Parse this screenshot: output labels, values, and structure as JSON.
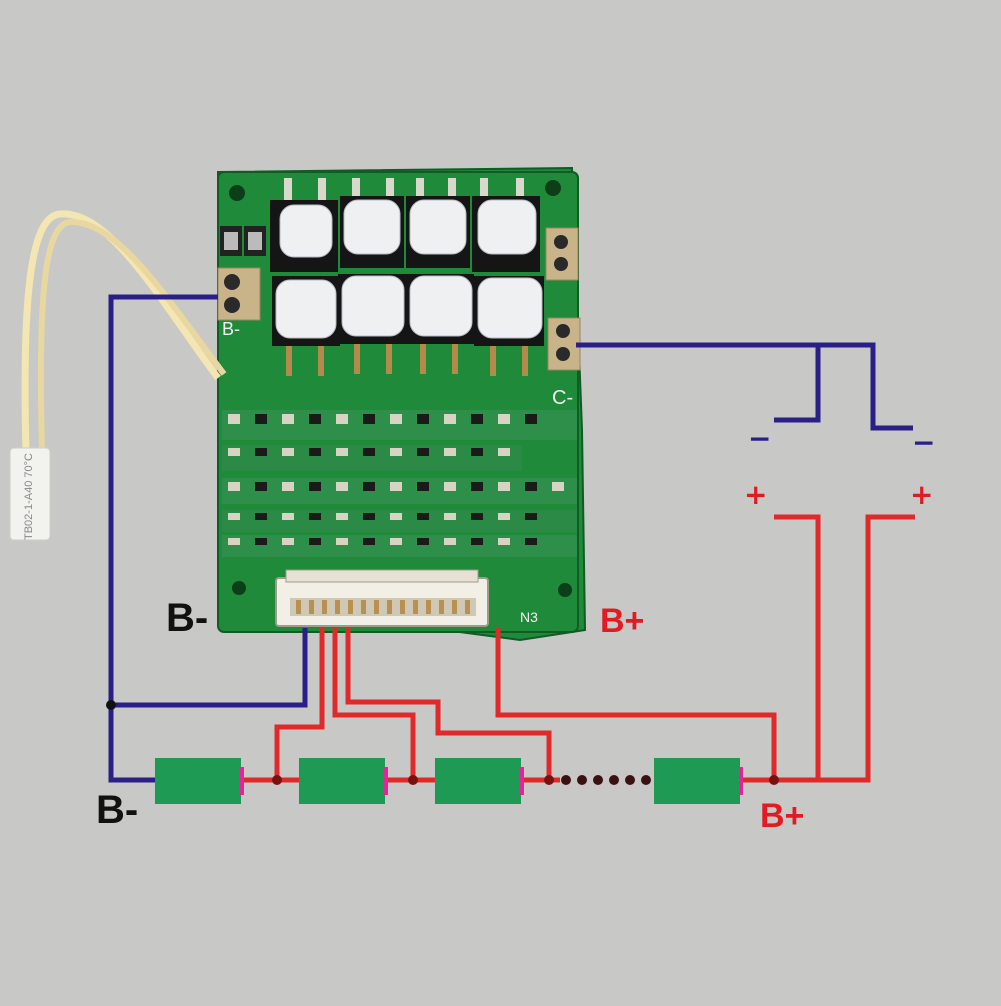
{
  "labels": {
    "b_minus_board": "B-",
    "b_minus_pack": "B-",
    "b_plus_board": "B+",
    "b_plus_pack": "B+",
    "minus_left": "−",
    "minus_right": "−",
    "plus_left": "+",
    "plus_right": "+",
    "connector_tag": "N3",
    "board_c_minus": "C-",
    "board_b_minus": "B-",
    "thermistor_text": "TB02-1-A40 70°C"
  },
  "colors": {
    "background": "#c8c8c6",
    "pcb": "#1f8a3a",
    "wire_blue": "#2a1f86",
    "wire_red": "#e02a2a",
    "cell": "#1e9a55",
    "cell_terminal": "#e0269a"
  },
  "icons": {
    "mosfet": "mosfet-icon",
    "resistor": "resistor-icon",
    "connector": "connector-icon",
    "thermistor": "thermistor-icon"
  },
  "components": {
    "mosfet_count": 8,
    "battery_cells_shown": 4,
    "ellipsis_dots": 6
  }
}
